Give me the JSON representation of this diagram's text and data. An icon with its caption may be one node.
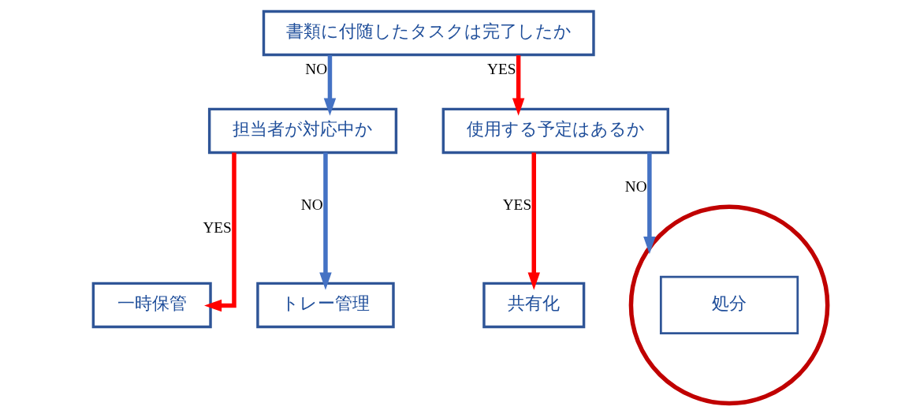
{
  "diagram": {
    "nodes": [
      {
        "text": [
          "書類に付随したタスクは完了したか"
        ]
      },
      {
        "text": [
          "担当者が対応中か"
        ]
      },
      {
        "text": [
          "使用する予定はあるか"
        ]
      },
      {
        "text": [
          "一時保管"
        ]
      },
      {
        "text": [
          "トレー管理"
        ]
      },
      {
        "text": [
          "共有化"
        ]
      },
      {
        "text": [
          "処分"
        ]
      }
    ],
    "edges": [
      {
        "from": 0,
        "to": 1,
        "arrow": "to",
        "label": "NO",
        "color": "#4472c4"
      },
      {
        "from": 0,
        "to": 2,
        "arrow": "to",
        "label": "YES",
        "color": "#ff0000"
      },
      {
        "from": 1,
        "to": 3,
        "arrow": "to",
        "label": "YES",
        "color": "#ff0000"
      },
      {
        "from": 1,
        "to": 4,
        "arrow": "to",
        "label": "NO",
        "color": "#4472c4"
      },
      {
        "from": 2,
        "to": 5,
        "arrow": "to",
        "label": "YES",
        "color": "#ff0000"
      },
      {
        "from": 2,
        "to": 6,
        "arrow": "to",
        "label": "NO",
        "color": "#4472c4"
      }
    ]
  }
}
